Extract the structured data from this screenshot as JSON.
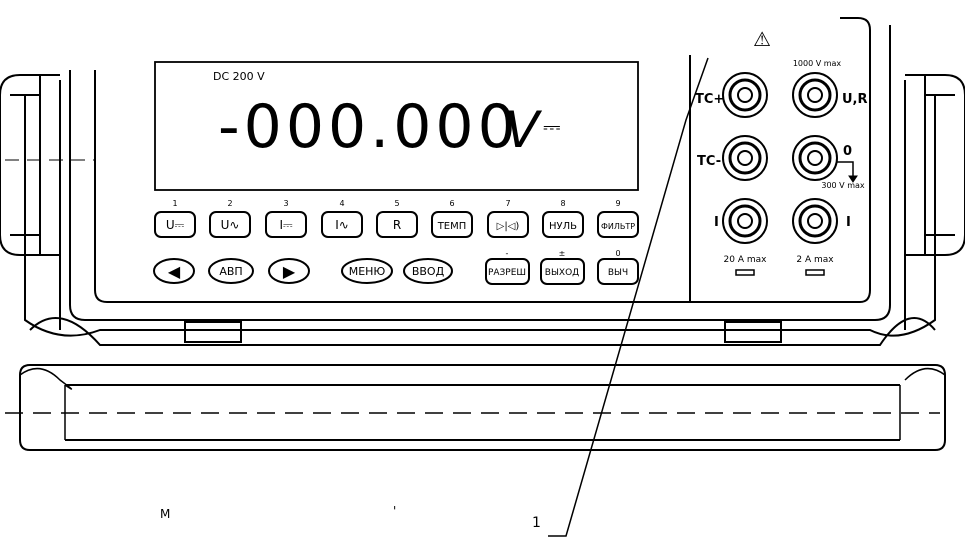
{
  "display": {
    "range_text": "DC 200 V",
    "reading": "-000.000",
    "unit": "V",
    "dc_symbol": "⎓"
  },
  "keypad_row1": [
    {
      "num": "1",
      "label": "U⎓"
    },
    {
      "num": "2",
      "label": "U∿"
    },
    {
      "num": "3",
      "label": "I⎓"
    },
    {
      "num": "4",
      "label": "I∿"
    },
    {
      "num": "5",
      "label": "R"
    },
    {
      "num": "6",
      "label": "ТЕМП"
    },
    {
      "num": "7",
      "label": "▷|◁)"
    },
    {
      "num": "8",
      "label": "НУЛЬ"
    },
    {
      "num": "9",
      "label": "ФИЛЬТР"
    }
  ],
  "keypad_row2": {
    "left_arrow": "◀",
    "auto": "АВП",
    "right_arrow": "▶",
    "menu": "МЕНЮ",
    "enter": "ВВОД",
    "allow": {
      "num": "-",
      "label": "РАЗРЕШ"
    },
    "exit": {
      "num": "±",
      "label": "ВЫХОД"
    },
    "calc": {
      "num": "0",
      "label": "ВЫЧ"
    }
  },
  "terminals": {
    "warning": "⚠",
    "max_top": "1000 V max",
    "tc_plus": "TC+",
    "ur": "U,R",
    "tc_minus": "TC-",
    "zero": "0",
    "max_mid": "300 V max",
    "i_left": "I",
    "i_right": "I",
    "max_20a": "20 A max",
    "max_2a": "2 A max"
  },
  "caption": {
    "left_mark": "M",
    "mid_mark": "'",
    "callout_number": "1"
  }
}
